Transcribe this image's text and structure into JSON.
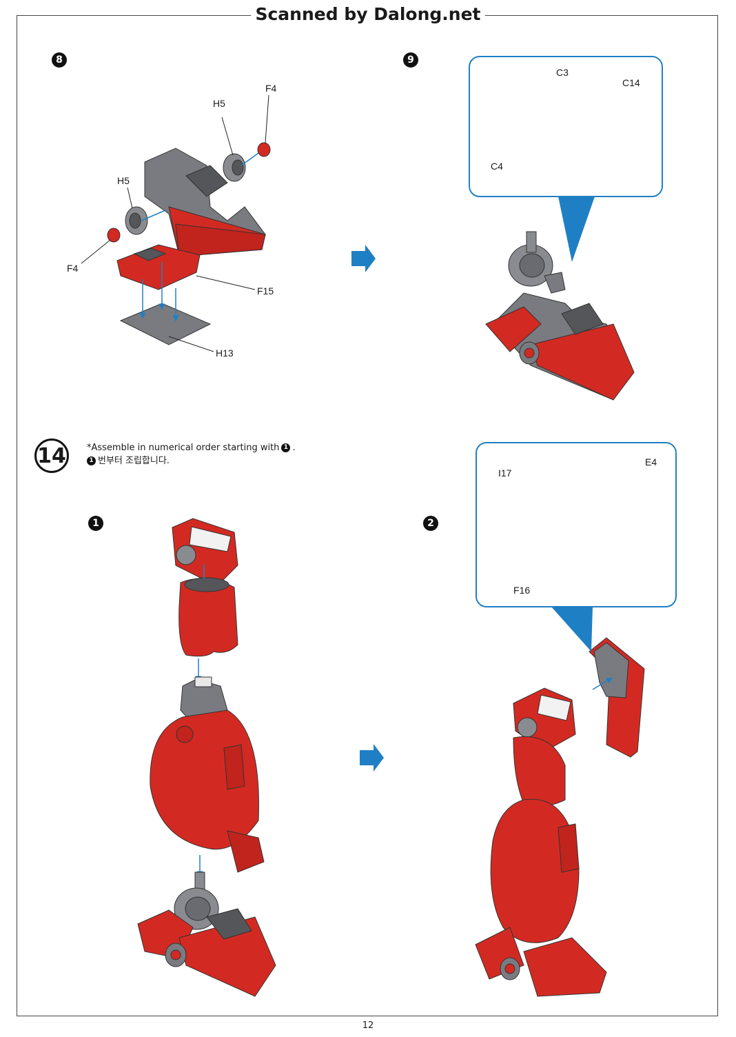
{
  "header": {
    "watermark": "Scanned by Dalong.net"
  },
  "steps": {
    "step8": {
      "number": "8",
      "labels": {
        "f4_top": "F4",
        "h5_top": "H5",
        "h5_left": "H5",
        "f4_left": "F4",
        "f15": "F15",
        "h13": "H13"
      }
    },
    "step9": {
      "number": "9",
      "labels": {
        "c3": "C3",
        "c14": "C14",
        "c4": "C4"
      }
    },
    "step14": {
      "number": "14",
      "note_en": "*Assemble in numerical order starting with",
      "note_ko": "번부터 조립합니다.",
      "note_marker": "1",
      "substep1": {
        "number": "1"
      },
      "substep2": {
        "number": "2",
        "labels": {
          "i17": "I17",
          "e4": "E4",
          "f16": "F16"
        }
      }
    }
  },
  "colors": {
    "red": "#d22a22",
    "dark_red": "#9e1d17",
    "grey": "#7a7b80",
    "dark_grey": "#55565a",
    "arrow_blue": "#1f7fc4"
  },
  "footer": {
    "page_number": "12"
  }
}
